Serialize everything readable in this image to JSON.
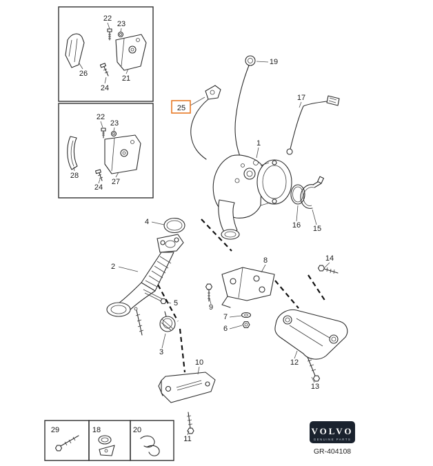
{
  "diagram": {
    "drawing_number": "GR-404108",
    "brand": {
      "name": "VOLVO",
      "tagline": "GENUINE PARTS",
      "box_color": "#1a222e"
    },
    "highlight": {
      "part": "25",
      "color": "#e87722"
    },
    "callouts": [
      {
        "part": "22"
      },
      {
        "part": "23"
      },
      {
        "part": "26"
      },
      {
        "part": "24"
      },
      {
        "part": "21"
      },
      {
        "part": "22"
      },
      {
        "part": "23"
      },
      {
        "part": "28"
      },
      {
        "part": "24"
      },
      {
        "part": "27"
      },
      {
        "part": "19"
      },
      {
        "part": "25"
      },
      {
        "part": "17"
      },
      {
        "part": "1"
      },
      {
        "part": "16"
      },
      {
        "part": "15"
      },
      {
        "part": "4"
      },
      {
        "part": "2"
      },
      {
        "part": "5"
      },
      {
        "part": "8"
      },
      {
        "part": "14"
      },
      {
        "part": "9"
      },
      {
        "part": "7"
      },
      {
        "part": "6"
      },
      {
        "part": "12"
      },
      {
        "part": "13"
      },
      {
        "part": "3"
      },
      {
        "part": "10"
      },
      {
        "part": "11"
      },
      {
        "part": "29"
      },
      {
        "part": "18"
      },
      {
        "part": "20"
      }
    ]
  }
}
